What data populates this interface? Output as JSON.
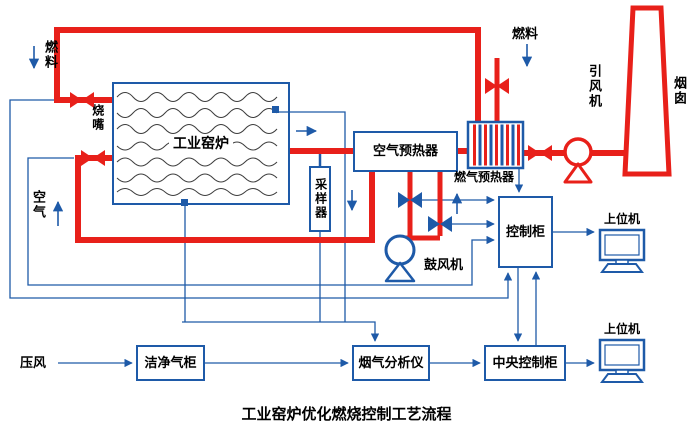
{
  "caption": "工业窑炉优化燃烧控制工艺流程",
  "colors": {
    "pipe_red": "#e8201a",
    "signal_blue": "#1e5aa8",
    "text": "#000000",
    "background": "#ffffff"
  },
  "labels": {
    "fuel_left": "燃料",
    "burner": "烧嘴",
    "air": "空气",
    "furnace": "工业窑炉",
    "sampler": "采样器",
    "air_preheater": "空气预热器",
    "gas_preheater": "燃气预热器",
    "fuel_right": "燃料",
    "id_fan": "引风机",
    "chimney": "烟囱",
    "blower": "鼓风机",
    "control_cabinet": "控制柜",
    "host_computer_top": "上位机",
    "host_computer_bottom": "上位机",
    "compressed_air": "压风",
    "clean_gas_cabinet": "洁净气柜",
    "flue_gas_analyzer": "烟气分析仪",
    "central_control_cabinet": "中央控制柜"
  },
  "icons": {
    "valve": "bowtie-valve",
    "fan": "circle-triangle-fan",
    "computer": "monitor-with-base",
    "chimney": "tapered-stack",
    "arrow": "flow-direction-arrow"
  }
}
